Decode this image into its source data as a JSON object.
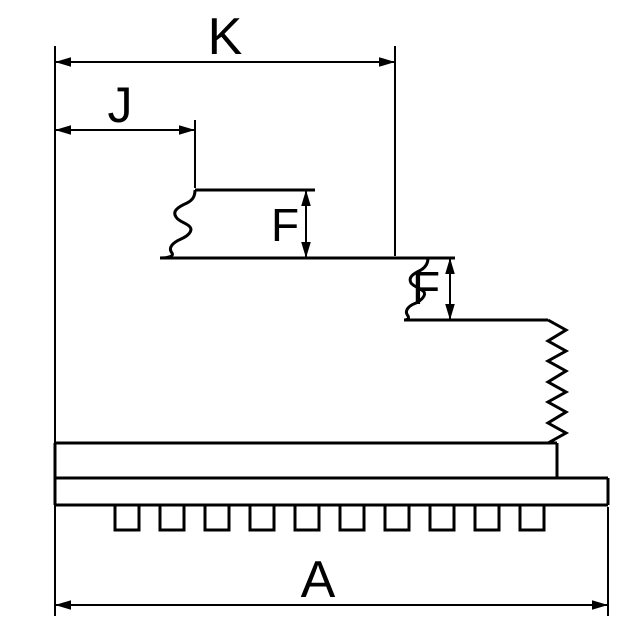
{
  "diagram": {
    "type": "engineering-dimension-drawing",
    "subject": "stepped chuck jaw cross-section with serrated step risers, serrated side face and toothed mounting base",
    "background_color": "#ffffff",
    "line_color": "#000000",
    "labels": {
      "k": "K",
      "j": "J",
      "f_upper": "F",
      "f_lower": "F",
      "a": "A"
    }
  }
}
